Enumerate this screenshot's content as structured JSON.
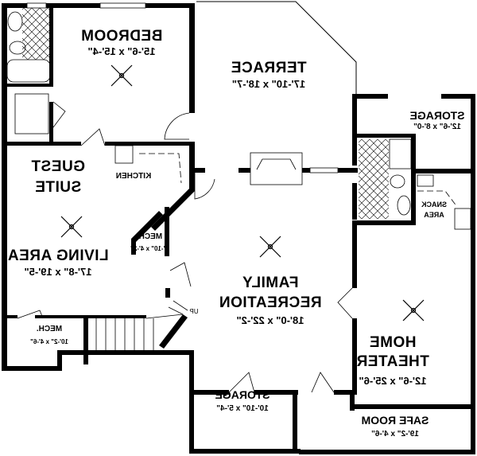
{
  "rooms": {
    "bedroom": {
      "name": "BEDROOM",
      "size": "15'-6\" x 15'-4\""
    },
    "terrace": {
      "name": "TERRACE",
      "size": "17'-10\" x 18'-7\""
    },
    "storage_top": {
      "name": "STORAGE",
      "size": "12'-6\" x 8'-0\""
    },
    "guest_suite": {
      "line1": "GUEST",
      "line2": "SUITE"
    },
    "kitchen": {
      "name": "KITCHEN"
    },
    "snack_area": {
      "line1": "SNACK",
      "line2": "AREA"
    },
    "mech_small": {
      "name": "MECH.",
      "size": "4'-10\" x 4'-2\""
    },
    "living_area": {
      "name": "LIVING AREA",
      "size": "17'-8\" x 19'-5\""
    },
    "family_recreation": {
      "line1": "FAMILY",
      "line2": "RECREATION",
      "size": "18'-0\" x 22'-2\""
    },
    "mech_large": {
      "name": "MECH.",
      "size": "10'-2\" x 4'-6\""
    },
    "home_theater": {
      "line1": "HOME",
      "line2": "THEATER",
      "size": "12'-6\" x 25'-6\""
    },
    "storage_bottom": {
      "name": "STORAGE",
      "size": "10'-10\" x 5'-4\""
    },
    "safe_room": {
      "name": "SAFE ROOM",
      "size": "19'-2\" x 4'-6\""
    }
  },
  "stairs": {
    "label": "UP"
  },
  "icons": [
    "ceiling-fan-icon",
    "door-swing-icon",
    "fireplace-icon",
    "toilet-icon",
    "sink-icon",
    "bathtub-icon",
    "shower-icon"
  ]
}
